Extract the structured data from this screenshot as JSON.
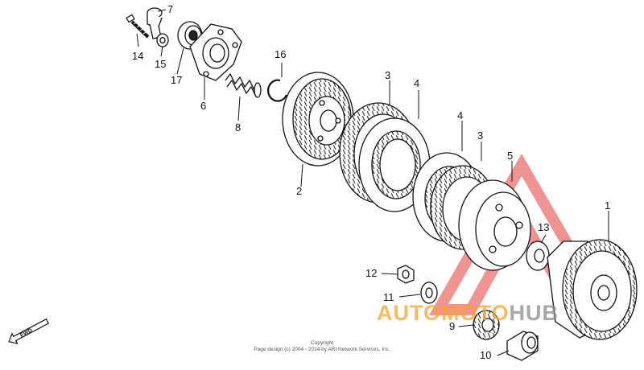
{
  "callouts": {
    "p1": "1",
    "p2": "2",
    "p3a": "3",
    "p3b": "3",
    "p4a": "4",
    "p4b": "4",
    "p5": "5",
    "p6": "6",
    "p7": "7",
    "p8": "8",
    "p9": "9",
    "p10": "10",
    "p11": "11",
    "p12": "12",
    "p13": "13",
    "p14": "14",
    "p15": "15",
    "p16": "16",
    "p17": "17"
  },
  "direction_label": "FWD",
  "copyright": {
    "line1": "Copyright",
    "line2": "Page design (c) 2004 - 2014 by ARI Network Services, Inc."
  },
  "watermark": {
    "part1": "AUTOMOTO",
    "part2": "HUB",
    "color_main": "#f3a62b",
    "color_accent": "#e23a3a"
  }
}
